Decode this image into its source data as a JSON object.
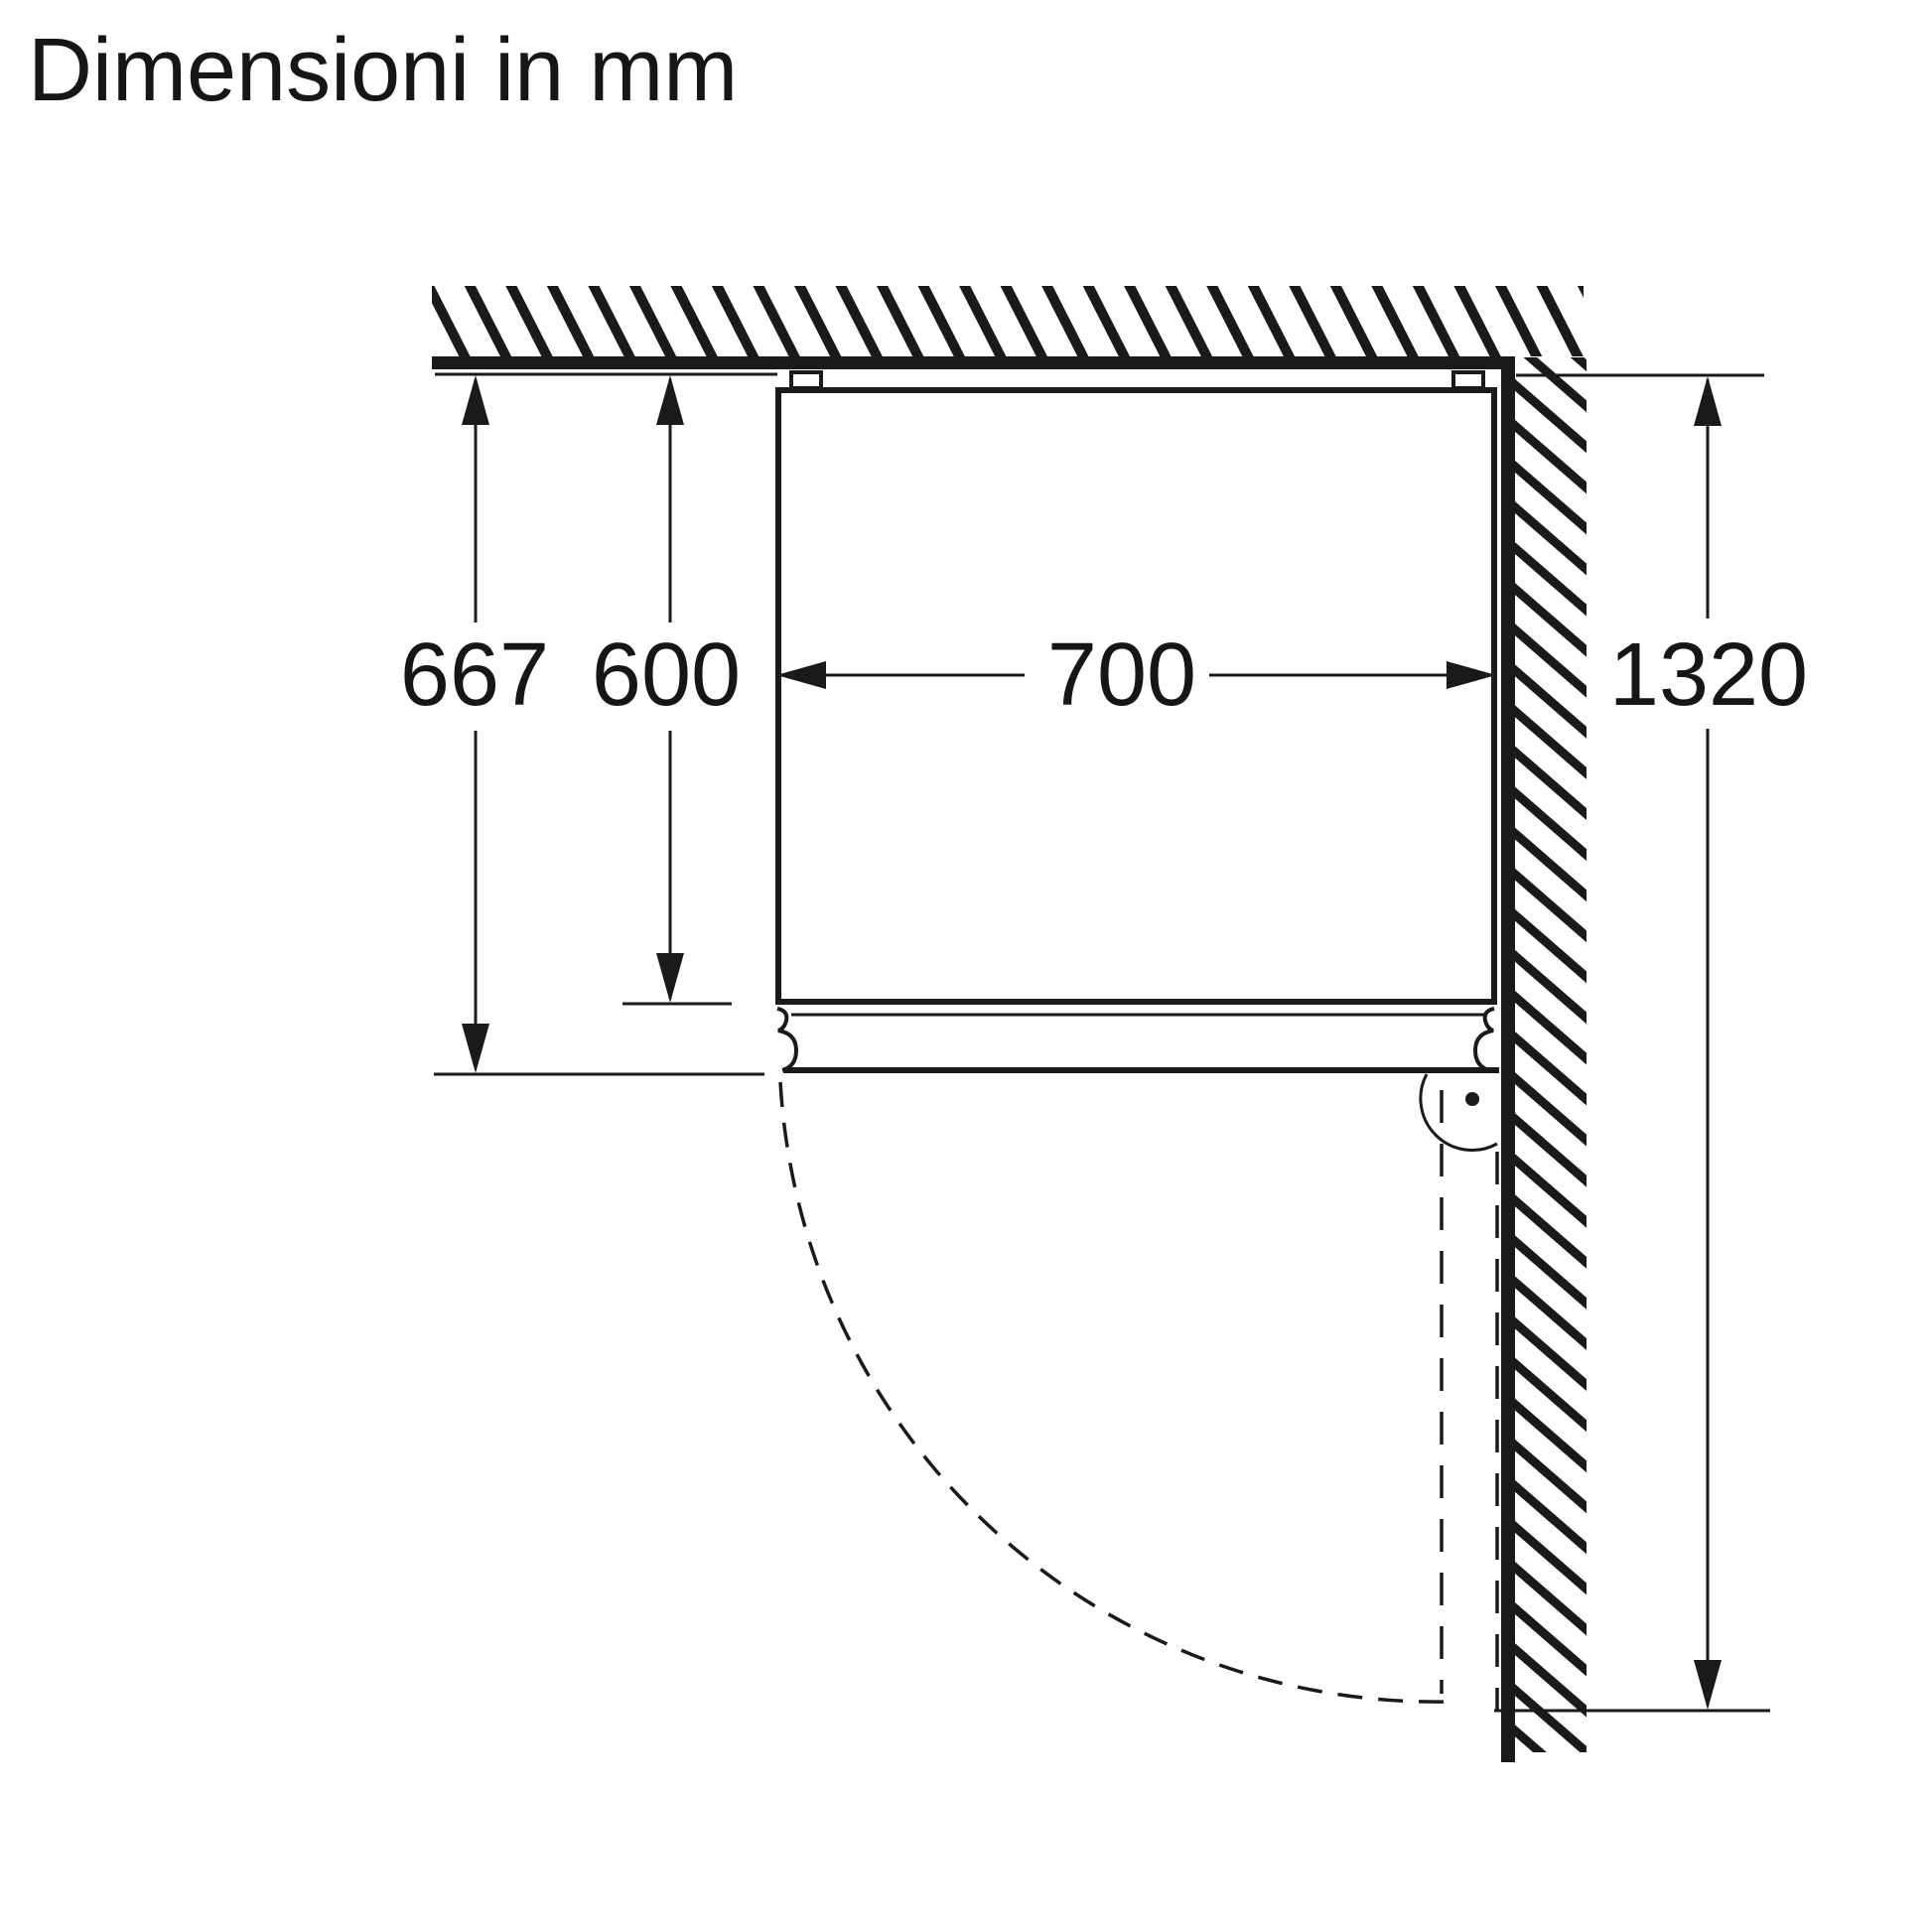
{
  "title": "Dimensioni in mm",
  "diagram": {
    "dimensions": {
      "depth_with_door": "667",
      "depth_body": "600",
      "width": "700",
      "clearance_open": "1320"
    },
    "unit": "mm",
    "colors": {
      "line": "#1a1a1a",
      "text": "#161616",
      "background": "#ffffff"
    },
    "elements": {
      "wall_top": "hatched wall, top",
      "wall_right": "hatched wall, right",
      "appliance": "appliance body top view",
      "door": "appliance door closed",
      "door_swing": "door swing arc 90 degrees, dashed",
      "hinge": "door hinge pivot"
    }
  }
}
